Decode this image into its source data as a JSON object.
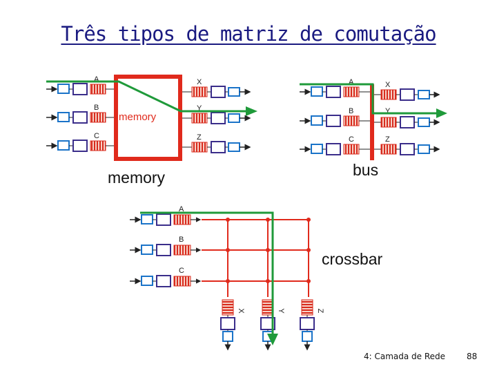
{
  "slide": {
    "title": "Três tipos de matriz de comutação",
    "footer_left": "4: Camada de Rede",
    "page_number": "88"
  },
  "memory_panel": {
    "caption": "memory",
    "box_label": "memory",
    "inputs": [
      "A",
      "B",
      "C"
    ],
    "outputs": [
      "X",
      "Y",
      "Z"
    ]
  },
  "bus_panel": {
    "caption": "bus",
    "inputs": [
      "A",
      "B",
      "C"
    ],
    "outputs": [
      "X",
      "Y",
      "Z"
    ]
  },
  "crossbar_panel": {
    "caption": "crossbar",
    "inputs": [
      "A",
      "B",
      "C"
    ],
    "outputs": [
      "X",
      "Y",
      "Z"
    ]
  },
  "colors": {
    "title": "#1a1a80",
    "switch_red": "#e02a1c",
    "path_green": "#1f9a3a",
    "port_blue": "#1a73c8",
    "queue_purple": "#3a2d8a"
  }
}
